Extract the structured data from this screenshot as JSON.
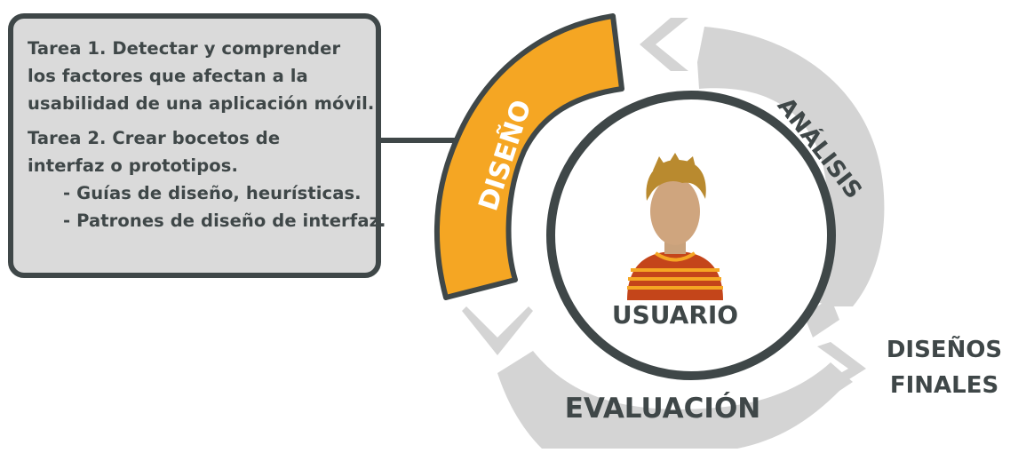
{
  "info_box": {
    "task1_line1": "Tarea 1. Detectar y comprender",
    "task1_line2": "los factores que afectan a la",
    "task1_line3": "usabilidad de una aplicación móvil.",
    "task2_line1": "Tarea 2. Crear bocetos de",
    "task2_line2": "interfaz o prototipos.",
    "bullet1": "- Guías de diseño, heurísticas.",
    "bullet2": "- Patrones de diseño de interfaz."
  },
  "ring": {
    "diseno": "DISEÑO",
    "analisis": "ANÁLISIS",
    "evaluacion": "EVALUACIÓN",
    "center": "USUARIO"
  },
  "output": {
    "line1": "DISEÑOS",
    "line2": "FINALES"
  },
  "colors": {
    "active_segment": "#f5a623",
    "segment": "#d4d4d4",
    "outline": "#3f4748",
    "box_fill": "#dadada"
  },
  "icons": [
    "user-avatar-icon",
    "chevron-arrow-icon"
  ]
}
